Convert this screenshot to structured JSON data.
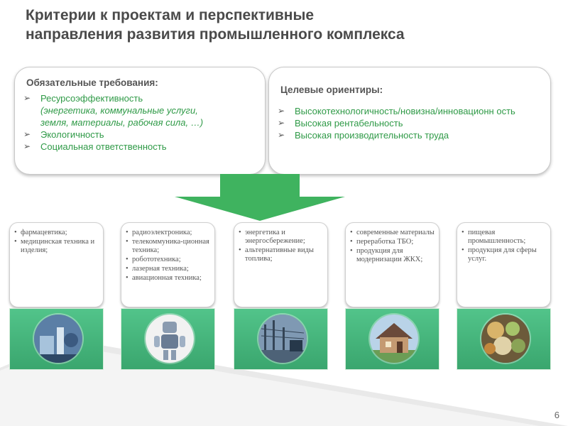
{
  "title": {
    "line1": "Критерии к проектам и перспективные",
    "line2": "направления развития промышленного комплекса"
  },
  "mandatory": {
    "heading": "Обязательные требования:",
    "items": [
      {
        "text": "Ресурсоэффективность",
        "sub": false
      },
      {
        "text": "(энергетика, коммунальные услуги,",
        "sub": true
      },
      {
        "text": "земля, материалы, рабочая сила, …)",
        "sub": true
      },
      {
        "text": "Экологичность",
        "sub": false
      },
      {
        "text": "Социальная ответственность",
        "sub": false
      }
    ]
  },
  "targets": {
    "heading": "Целевые ориентиры:",
    "items": [
      "Высокотехнологичность/новизна/инновационн ость",
      "Высокая рентабельность",
      "Высокая производительность труда"
    ]
  },
  "cards": [
    {
      "items": [
        "фармацевтика;",
        "медицинская техника и изделия;"
      ],
      "icon": "medical-equipment-icon"
    },
    {
      "items": [
        "радиоэлектроника;",
        "телекоммуника-ционная техника;",
        "робототехника;",
        "лазерная техника;",
        "авиационная техника;"
      ],
      "icon": "robot-icon"
    },
    {
      "items": [
        "энергетика и энергосбережение;",
        "альтернативные виды топлива;"
      ],
      "icon": "power-plant-icon"
    },
    {
      "items": [
        "современные материалы",
        "переработка ТБО;",
        "продукция для модернизации ЖКХ;"
      ],
      "icon": "house-icon"
    },
    {
      "items": [
        "пищевая промышленность;",
        "продукция для сферы услуг."
      ],
      "icon": "food-icon"
    }
  ],
  "page_number": "6",
  "colors": {
    "accent_green": "#2f9a47",
    "card_green": "#45b27a",
    "arrow_green": "#3fb35f"
  }
}
